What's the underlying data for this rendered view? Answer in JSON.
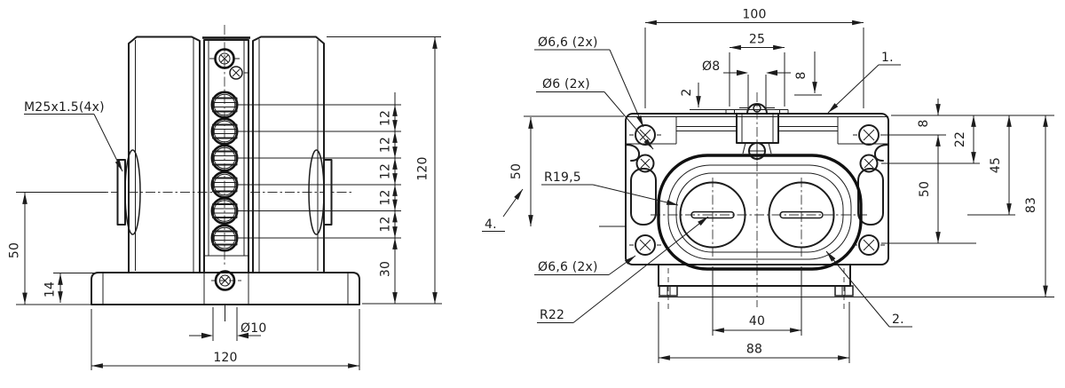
{
  "drawing_title": "cable-entry-frame-two-view-dimension-drawing",
  "colors": {
    "background": "#ffffff",
    "line": "#1c1c1c"
  },
  "front_view": {
    "labels": {
      "thread_callout": "M25x1.5(4x)"
    },
    "dims": {
      "center_height": "50",
      "base_height": "14",
      "slot_dia": "Ø10",
      "base_width": "120",
      "pitch_list": [
        "12",
        "12",
        "12",
        "12",
        "12"
      ],
      "bottom_offset": "30",
      "total_height": "120"
    }
  },
  "top_view": {
    "dims": {
      "width_100": "100",
      "width_25": "25",
      "dia_8": "Ø8",
      "offset_2": "2",
      "offset_8_top": "8",
      "offset_8_right": "8",
      "offset_22": "22",
      "offset_45": "45",
      "offset_50_right": "50",
      "offset_50_left": "50",
      "height_83": "83",
      "width_40": "40",
      "width_88": "88"
    },
    "labels": {
      "dia_66_top": "Ø6,6 (2x)",
      "dia_6": "Ø6 (2x)",
      "radius_r195": "R19,5",
      "dia_66_bottom": "Ø6,6 (2x)",
      "radius_r22": "R22",
      "callout_1": "1.",
      "callout_2": "2.",
      "callout_4": "4."
    }
  }
}
